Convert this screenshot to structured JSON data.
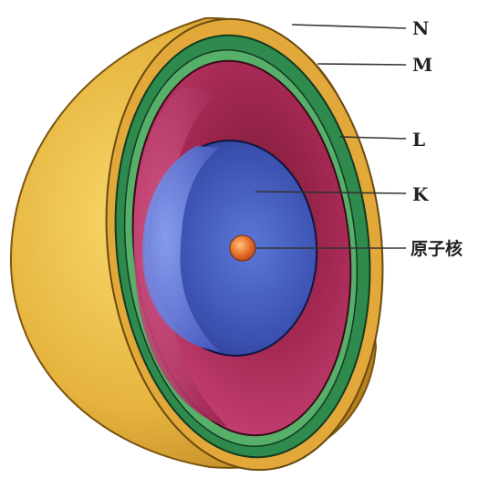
{
  "labels": {
    "n_shell": "N",
    "m_shell": "M",
    "l_shell": "L",
    "k_shell": "K",
    "nucleus": "原子核"
  },
  "colors": {
    "n_shell": "#e2b23c",
    "m_shell": "#2f8a4e",
    "l_shell": "#b0305a",
    "k_shell": "#3d55b8",
    "nucleus": "#e8702a"
  }
}
